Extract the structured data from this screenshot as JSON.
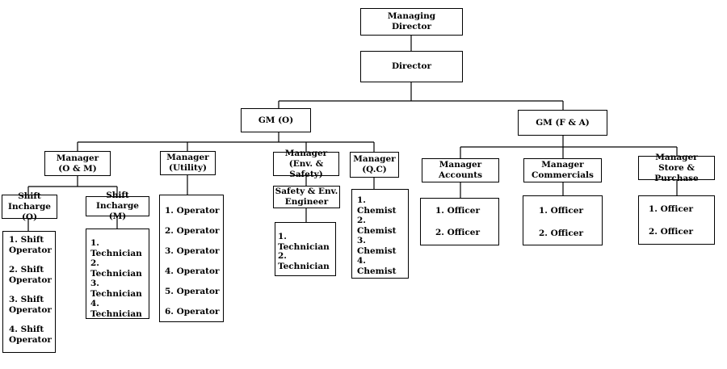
{
  "chart": {
    "managing_director": "Managing\nDirector",
    "director": "Director",
    "gm_o": "GM (O)",
    "gm_fa": "GM (F & A)",
    "mgr_om": "Manager\n(O & M)",
    "mgr_utility": "Manager\n(Utility)",
    "mgr_env": "Manager\n(Env. & Safety)",
    "mgr_qc": "Manager\n(Q.C)",
    "mgr_accounts": "Manager\nAccounts",
    "mgr_commercials": "Manager\nCommercials",
    "mgr_store": "Manager\nStore & Purchase",
    "shift_o": "Shift\nIncharge (O)",
    "shift_m": "Shift\nIncharge (M)",
    "safety_engineer": "Safety & Env.\nEngineer",
    "list_shift_operators": [
      "1. Shift\nOperator",
      "2. Shift\nOperator",
      "3. Shift\nOperator",
      "4. Shift\nOperator"
    ],
    "list_technicians_m": [
      "1. Technician",
      "2. Technician",
      "3. Technician",
      "4. Technician"
    ],
    "list_operators": [
      "1. Operator",
      "2. Operator",
      "3. Operator",
      "4. Operator",
      "5. Operator",
      "6. Operator"
    ],
    "list_technicians_env": [
      "1. Technician",
      "2. Technician"
    ],
    "list_chemists": [
      "1. Chemist",
      "2. Chemist",
      "3. Chemist",
      "4. Chemist"
    ],
    "list_officers_accounts": [
      "1. Officer",
      "2. Officer"
    ],
    "list_officers_commercials": [
      "1. Officer",
      "2. Officer"
    ],
    "list_officers_store": [
      "1. Officer",
      "2. Officer"
    ]
  }
}
